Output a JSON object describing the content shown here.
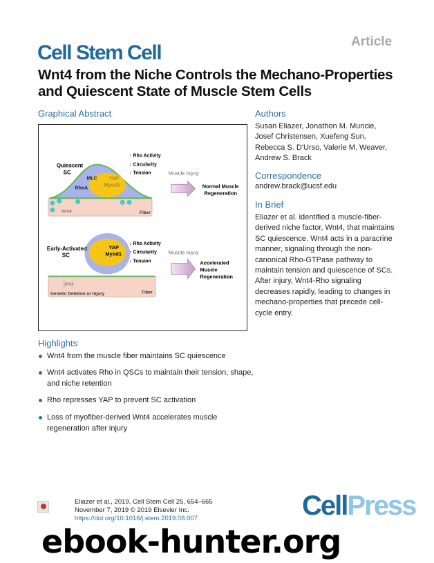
{
  "header": {
    "article_label": "Article",
    "journal": "Cell Stem Cell",
    "title": "Wnt4 from the Niche Controls the Mechano-Properties and Quiescent State of Muscle Stem Cells"
  },
  "graphical_abstract": {
    "heading": "Graphical Abstract",
    "top": {
      "cell_label_1": "Quiescent",
      "cell_label_2": "SC",
      "mlc": "MLC",
      "rhoa": "RhoA",
      "yap": "YAP",
      "myod1": "Myod1",
      "wnt4": "Wnt4",
      "fiber": "Fiber",
      "effects": [
        "Rho Activity",
        "Circularity",
        "Tension"
      ],
      "injury": "Muscle Injury",
      "outcome_1": "Normal Muscle",
      "outcome_2": "Regeneration"
    },
    "bottom": {
      "cell_label_1": "Early-Activated",
      "cell_label_2": "SC",
      "yap": "YAP",
      "myod1": "Myod1",
      "wnt4": "Wnt4",
      "fiber": "Fiber",
      "deletion": "Genetic Deletion or Injury",
      "effects": [
        "Rho Activity",
        "Circularity",
        "Tension"
      ],
      "injury": "Muscle Injury",
      "outcome_1": "Accelerated",
      "outcome_2": "Muscle",
      "outcome_3": "Regeneration"
    }
  },
  "authors": {
    "heading": "Authors",
    "lines": [
      "Susan Eliazer, Jonathon M. Muncie,",
      "Josef Christensen, Xuefeng Sun,",
      "Rebecca S. D'Urso, Valerie M. Weaver,",
      "Andrew S. Brack"
    ]
  },
  "correspondence": {
    "heading": "Correspondence",
    "email": "andrew.brack@ucsf.edu"
  },
  "in_brief": {
    "heading": "In Brief",
    "lines": [
      "Eliazer et al. identified a muscle-fiber-",
      "derived niche factor, Wnt4, that maintains",
      "SC quiescence. Wnt4 acts in a paracrine",
      "manner, signaling through the non-",
      "canonical Rho-GTPase pathway to",
      "maintain tension and quiescence of SCs.",
      "After injury, Wnt4-Rho signaling",
      "decreases rapidly, leading to changes in",
      "mechano-properties that precede cell-",
      "cycle entry."
    ]
  },
  "highlights": {
    "heading": "Highlights",
    "items": [
      [
        "Wnt4 from the muscle fiber maintains SC quiescence"
      ],
      [
        "Wnt4 activates Rho in QSCs to maintain their tension, shape,",
        "and niche retention"
      ],
      [
        "Rho represses YAP to prevent SC activation"
      ],
      [
        "Loss of myofiber-derived Wnt4 accelerates muscle",
        "regeneration after injury"
      ]
    ]
  },
  "footer": {
    "citation": "Eliazer et al., 2019, Cell Stem Cell 25, 654–665",
    "date": "November 7, 2019 © 2019 Elsevier Inc.",
    "doi": "https://doi.org/10.1016/j.stem.2019.08.007",
    "publisher_1": "Cell",
    "publisher_2": "Press",
    "watermark": "ebook-hunter.org"
  }
}
